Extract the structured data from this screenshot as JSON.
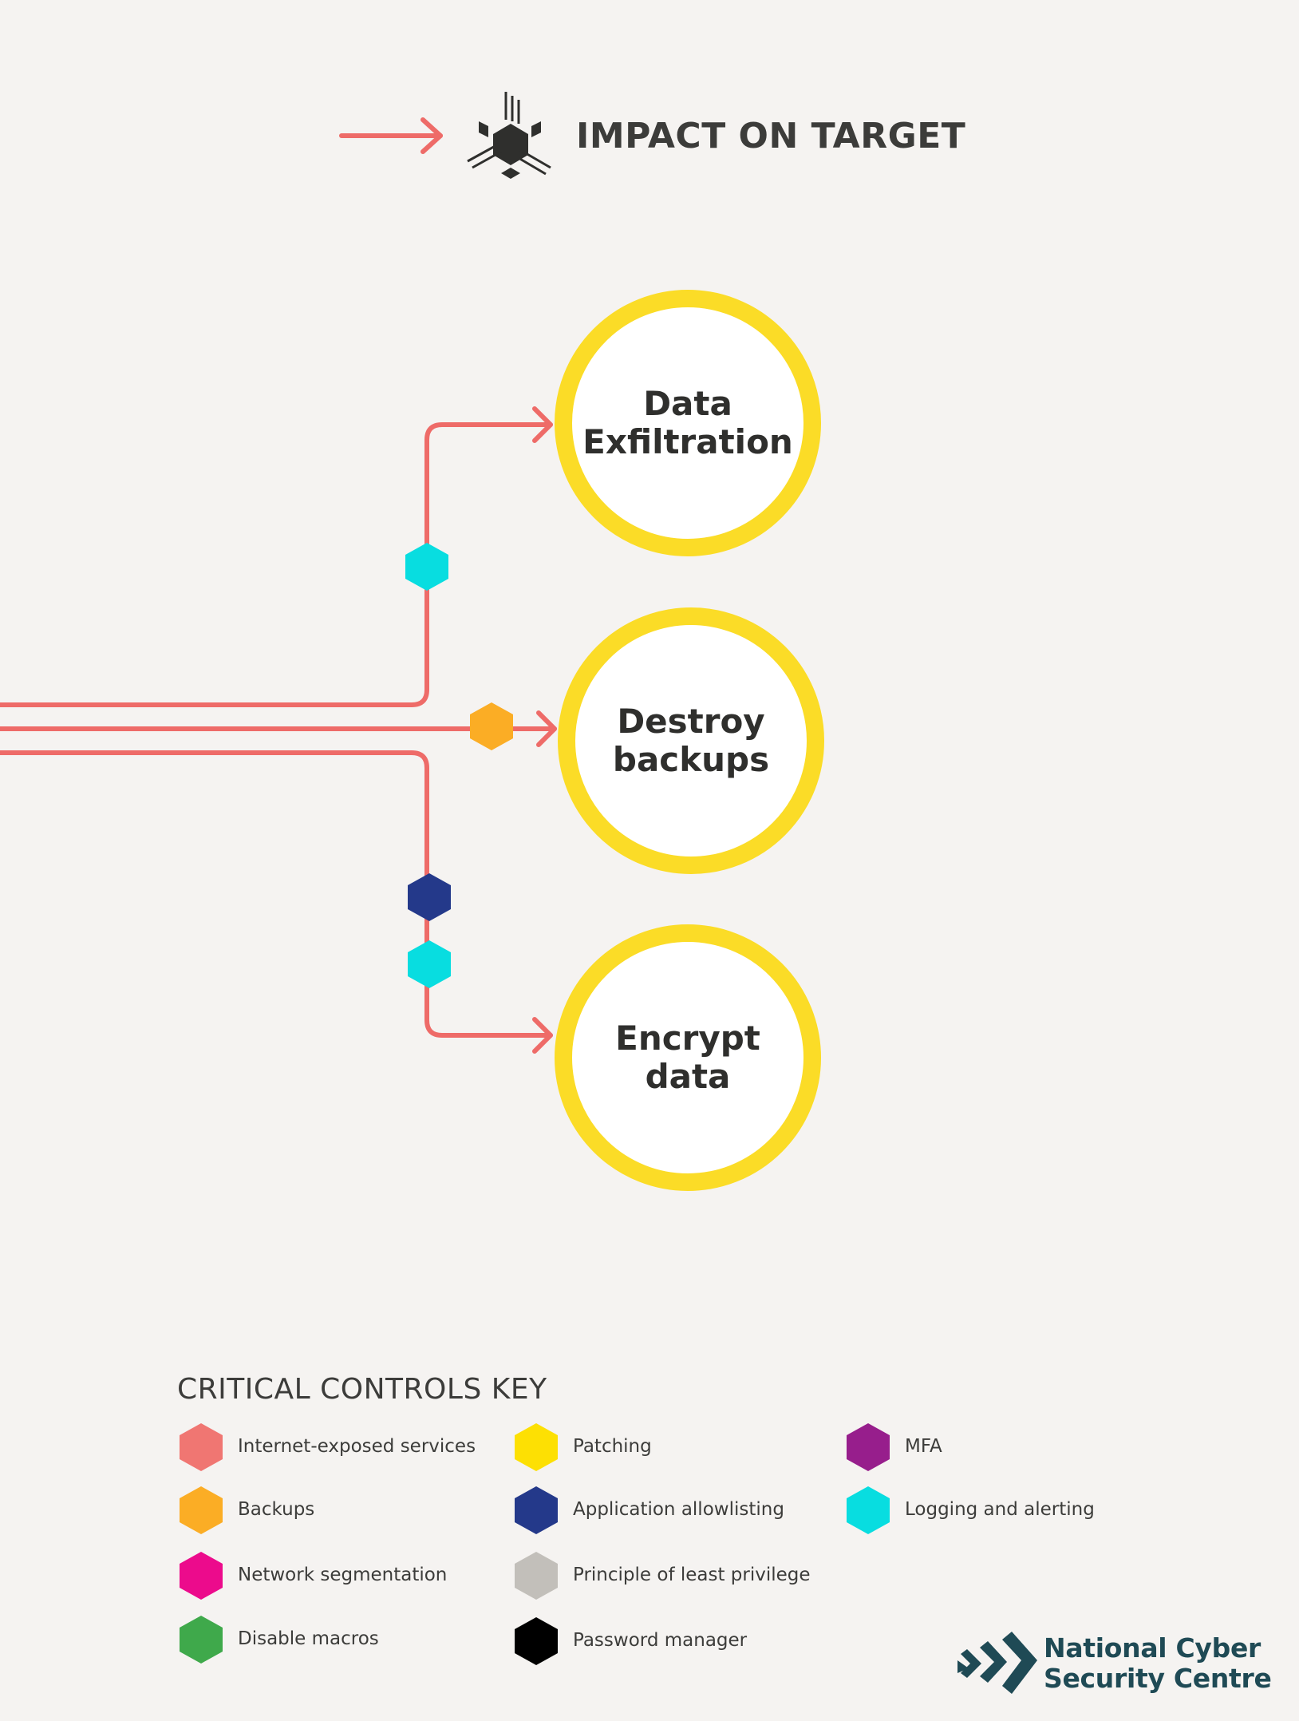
{
  "header": {
    "title": "IMPACT ON TARGET",
    "icon": "impact-cube-icon"
  },
  "colors": {
    "background": "#f5f3f1",
    "flow_line": "#ee6b68",
    "node_ring": "#fbdc27",
    "node_fill": "#ffffff"
  },
  "nodes": [
    {
      "label_line1": "Data",
      "label_line2": "Exfiltration"
    },
    {
      "label_line1": "Destroy",
      "label_line2": "backups"
    },
    {
      "label_line1": "Encrypt",
      "label_line2": "data"
    }
  ],
  "path_controls": [
    {
      "path": "Data Exfiltration",
      "control": "Logging and alerting",
      "color": "#08dde0"
    },
    {
      "path": "Destroy backups",
      "control": "Backups",
      "color": "#fbad25"
    },
    {
      "path": "Encrypt data",
      "control": "Application allowlisting",
      "color": "#24398a"
    },
    {
      "path": "Encrypt data",
      "control": "Logging and alerting",
      "color": "#08dde0"
    }
  ],
  "legend": {
    "title": "CRITICAL CONTROLS KEY",
    "items": [
      {
        "label": "Internet-exposed services",
        "color": "#f07672"
      },
      {
        "label": "Backups",
        "color": "#fbad25"
      },
      {
        "label": "Network segmentation",
        "color": "#ec0b8c"
      },
      {
        "label": "Disable macros",
        "color": "#3fa94b"
      },
      {
        "label": "Patching",
        "color": "#fde003"
      },
      {
        "label": "Application allowlisting",
        "color": "#24398a"
      },
      {
        "label": "Principle of least privilege",
        "color": "#c2bfba"
      },
      {
        "label": "Password manager",
        "color": "#000000"
      },
      {
        "label": "MFA",
        "color": "#971e8c"
      },
      {
        "label": "Logging and alerting",
        "color": "#08dde0"
      }
    ]
  },
  "footer": {
    "brand_line1": "National Cyber",
    "brand_line2": "Security Centre",
    "logo": "ncsc-logo-icon",
    "brand_color": "#1f4a55"
  }
}
